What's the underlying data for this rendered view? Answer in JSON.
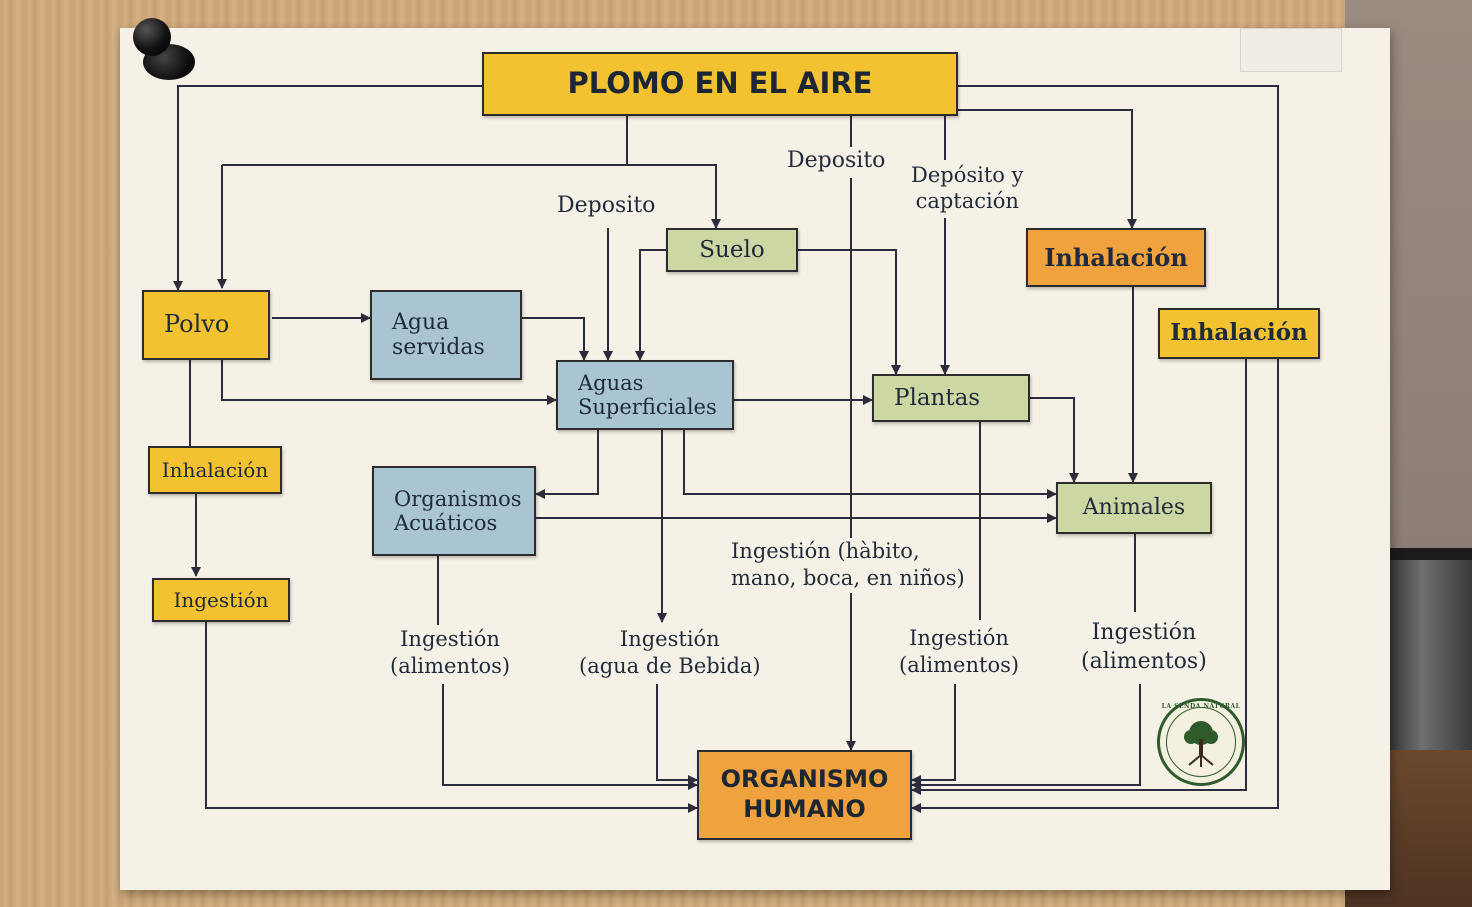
{
  "diagram": {
    "title": "PLOMO EN EL AIRE",
    "nodes": {
      "polvo": "Polvo",
      "agua_servidas_1": "Agua",
      "agua_servidas_2": "servidas",
      "suelo": "Suelo",
      "aguas_superficiales_1": "Aguas",
      "aguas_superficiales_2": "Superficiales",
      "plantas": "Plantas",
      "inhalacion_top": "Inhalación",
      "inhalacion_right": "Inhalación",
      "inhalacion_left": "Inhalación",
      "ingestion_left": "Ingestión",
      "organismos_acuaticos_1": "Organismos",
      "organismos_acuaticos_2": "Acuáticos",
      "animales": "Animales",
      "organismo_humano_1": "ORGANISMO",
      "organismo_humano_2": "HUMANO"
    },
    "labels": {
      "deposito_1": "Deposito",
      "deposito_2": "Deposito",
      "deposito_captacion_1": "Depósito y",
      "deposito_captacion_2": "captación",
      "ingestion_habito_1": "Ingestión (hàbito,",
      "ingestion_habito_2": "mano, boca, en niños)",
      "ingestion_alimentos_a_1": "Ingestión",
      "ingestion_alimentos_a_2": "(alimentos)",
      "ingestion_bebida_1": "Ingestión",
      "ingestion_bebida_2": "(agua de Bebida)",
      "ingestion_alimentos_b_1": "Ingestión",
      "ingestion_alimentos_b_2": "(alimentos)",
      "ingestion_alimentos_c_1": "Ingestión",
      "ingestion_alimentos_c_2": "(alimentos)"
    },
    "colors": {
      "title": "#f3c230",
      "yellow": "#f3c230",
      "orange": "#f0a23e",
      "green": "#ccd7a3",
      "blue": "#a9c5d4",
      "line": "#2c2c3c"
    }
  },
  "logo": {
    "text": "LA SENDA NATURAL",
    "icon": "tree-icon"
  }
}
